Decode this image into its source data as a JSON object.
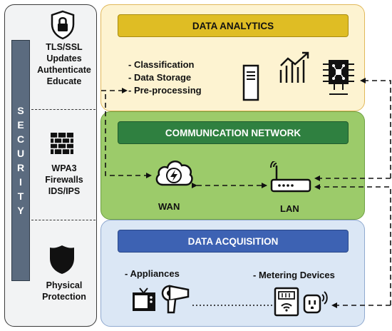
{
  "security": {
    "title": "SECURITY",
    "letters": [
      "S",
      "E",
      "C",
      "U",
      "R",
      "I",
      "T",
      "Y"
    ],
    "sections": [
      {
        "icon": "shield-lock-icon",
        "lines": "TLS/SSL\nUpdates\nAuthenticate\nEducate"
      },
      {
        "icon": "firewall-brick-icon",
        "lines": "WPA3\nFirewalls\nIDS/IPS"
      },
      {
        "icon": "shield-icon",
        "lines": "Physical\nProtection"
      }
    ]
  },
  "layers": {
    "analytics": {
      "title": "DATA ANALYTICS",
      "items": [
        "- Classification",
        "- Data Storage",
        "- Pre-processing"
      ],
      "icons": [
        "server-icon",
        "growth-chart-icon",
        "processor-chip-icon"
      ]
    },
    "network": {
      "title": "COMMUNICATION NETWORK",
      "wan_label": "WAN",
      "lan_label": "LAN",
      "icons": [
        "cloud-lightning-icon",
        "router-icon"
      ]
    },
    "acquisition": {
      "title": "DATA ACQUISITION",
      "appliances_label": "- Appliances",
      "metering_label": "- Metering Devices",
      "icons": [
        "tv-icon",
        "hair-dryer-icon",
        "meter-icon",
        "smart-plug-icon"
      ]
    }
  },
  "colors": {
    "analytics_fill": "#fdf3d1",
    "analytics_banner": "#dfbd24",
    "network_fill": "#9ccb6a",
    "network_banner": "#2f8040",
    "acquisition_fill": "#dbe7f5",
    "acquisition_banner": "#3d62b3",
    "security_bar": "#5b6b7f"
  }
}
